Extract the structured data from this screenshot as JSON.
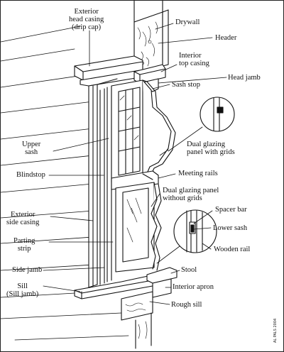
{
  "labels": {
    "exterior_head_casing": [
      "Exterior",
      "head casing",
      "(drip cap)"
    ],
    "drywall": "Drywall",
    "header": "Header",
    "interior_top_casing": [
      "Interior",
      "top casing"
    ],
    "head_jamb": "Head jamb",
    "sash_stop": "Sash stop",
    "upper_sash": [
      "Upper",
      "sash"
    ],
    "dual_glazing_with_grids": [
      "Dual glazing",
      "panel with grids"
    ],
    "blindstop": "Blindstop",
    "meeting_rails": "Meeting rails",
    "dual_glazing_without_grids": [
      "Dual glazing panel",
      "without grids"
    ],
    "spacer_bar": "Spacer bar",
    "exterior_side_casing": [
      "Exterior",
      "side casing"
    ],
    "lower_sash": "Lower sash",
    "parting_strip": [
      "Parting",
      "strip"
    ],
    "wooden_rail": "Wooden rail",
    "side_jamb": "Side jamb",
    "stool": "Stool",
    "sill": [
      "Sill",
      "(Sill jamb)"
    ],
    "interior_apron": "Interior apron",
    "rough_sill": "Rough sill"
  },
  "credit": "AL PALS 2004",
  "colors": {
    "ink": "#111111",
    "paper": "#ffffff"
  }
}
